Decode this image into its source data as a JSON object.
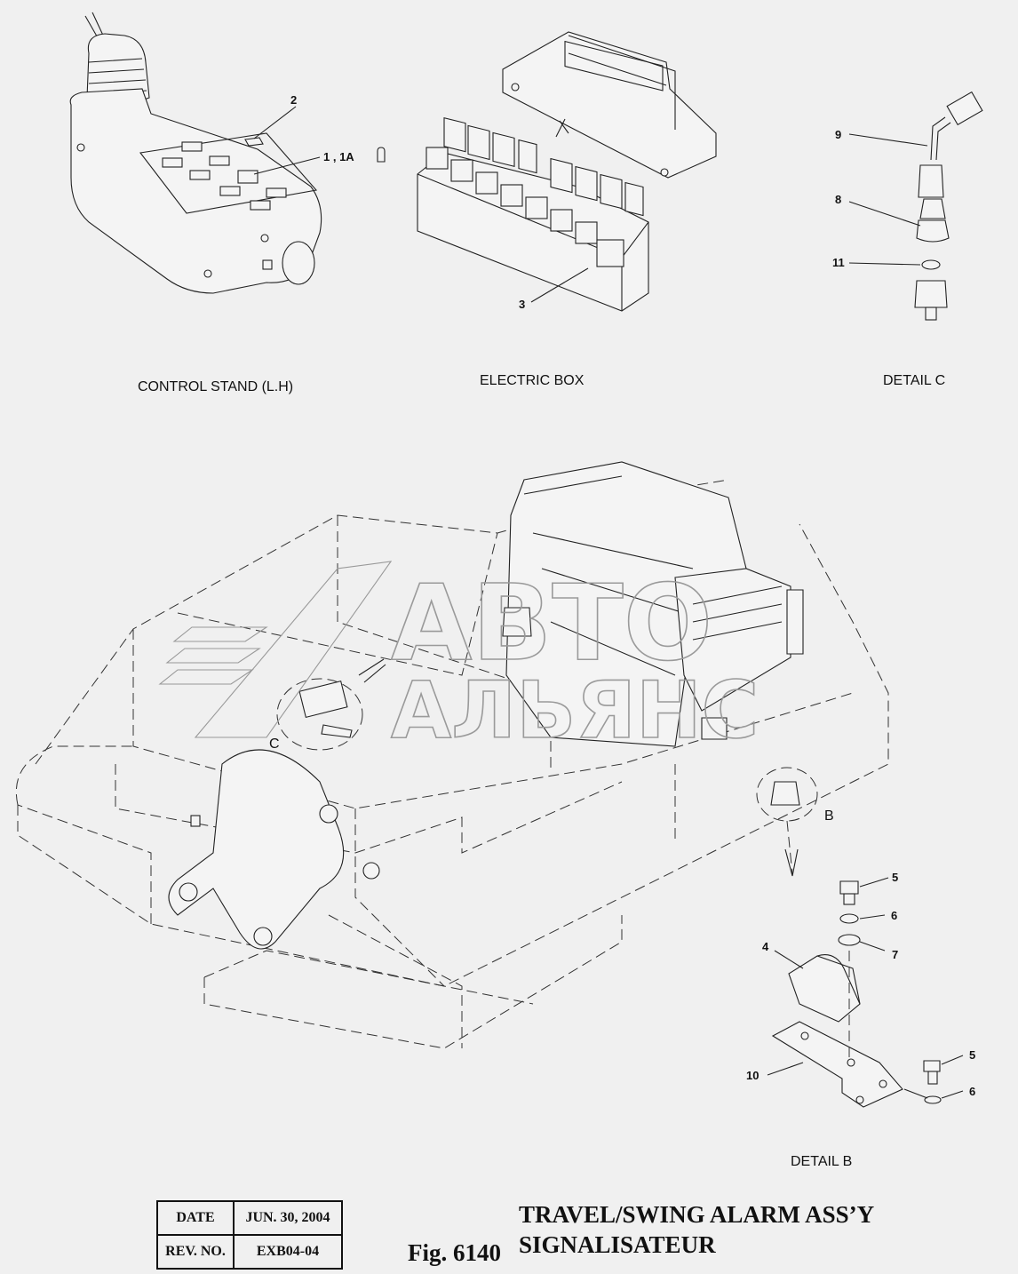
{
  "views": {
    "control_stand": "CONTROL STAND (L.H)",
    "electric_box": "ELECTRIC BOX",
    "detail_c": "DETAIL  C",
    "detail_b": "DETAIL B"
  },
  "callouts": {
    "p1": "1  ,  1A",
    "p2": "2",
    "p3": "3",
    "p4": "4",
    "p5a": "5",
    "p5b": "5",
    "p6a": "6",
    "p6b": "6",
    "p7": "7",
    "p8": "8",
    "p9": "9",
    "p10": "10",
    "p11": "11",
    "ref_b": "B",
    "ref_c": "C"
  },
  "watermark": {
    "line1": "АВТО",
    "line2": "АЛЬЯНС"
  },
  "title_block": {
    "date_label": "DATE",
    "date_value": "JUN. 30, 2004",
    "rev_label": "REV. NO.",
    "rev_value": "EXB04-04"
  },
  "figure": {
    "number": "Fig. 6140",
    "title_en": "TRAVEL/SWING ALARM ASS’Y",
    "title_fr": "SIGNALISATEUR"
  }
}
